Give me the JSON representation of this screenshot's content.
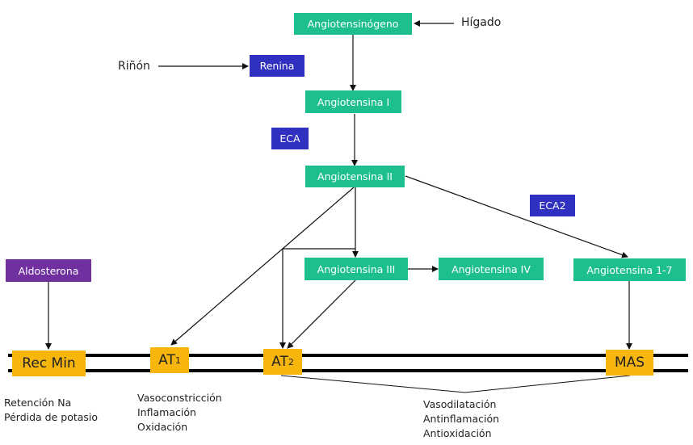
{
  "nodes": {
    "angiotensinogeno": "Angiotensinógeno",
    "renina": "Renina",
    "angiotensina_i": "Angiotensina I",
    "eca": "ECA",
    "angiotensina_ii": "Angiotensina II",
    "eca2": "ECA2",
    "angiotensina_iii": "Angiotensina III",
    "angiotensina_iv": "Angiotensina IV",
    "angiotensina_1_7": "Angiotensina 1-7",
    "aldosterona": "Aldosterona"
  },
  "sources": {
    "higado": "Hígado",
    "rinon": "Riñón"
  },
  "receptors": {
    "rec_min": "Rec Min",
    "at1_base": "AT",
    "at1_sub": "1",
    "at2_base": "AT",
    "at2_sub": "2",
    "mas": "MAS"
  },
  "effects": {
    "rec_min": [
      "Retención Na",
      "Pérdida de potasio"
    ],
    "at1": [
      "Vasoconstricción",
      "Inflamación",
      "Oxidación"
    ],
    "at2_mas": [
      "Vasodilatación",
      "Antinflamación",
      "Antioxidación"
    ]
  },
  "colors": {
    "substance": "#1dbf8f",
    "enzyme": "#3030c0",
    "hormone": "#7030a0",
    "receptor": "#f6b60d"
  }
}
